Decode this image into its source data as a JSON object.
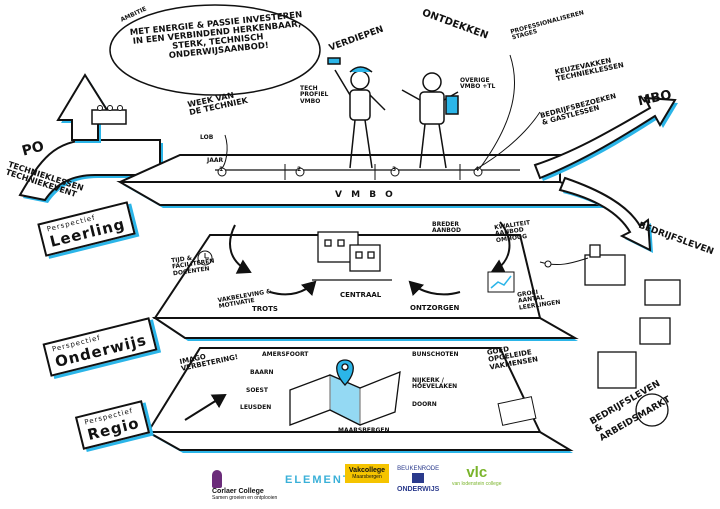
{
  "ambition": {
    "label": "Ambitie",
    "text": "Met energie & passie investeren in een verbindend herkenbaar, sterk, technisch onderwijsaanbod!"
  },
  "left_flow": {
    "po": "PO",
    "events": "Technieklessen techniekevent"
  },
  "right_flow": {
    "mbo": "MBO",
    "bedrijfsleven": "Bedrijfsleven"
  },
  "top_band": {
    "vmbo_label": "V M B O",
    "jaar_label": "Jaar",
    "years": [
      "1",
      "2",
      "3",
      "4"
    ],
    "week_techniek": "Week van de techniek",
    "lob": "LOB",
    "verdiepen": "Verdiepen",
    "tech_profiel": "Tech profiel VMBO",
    "ontdekken": "Ontdekken",
    "overige": "Overige VMBO +TL",
    "professionaliseren": "Professionaliseren stages",
    "keuzevakken": "Keuzevakken technieklessen",
    "bedrijfsbezoeken": "Bedrijfsbezoeken & gastlessen"
  },
  "perspectives": [
    {
      "prefix": "Perspectief",
      "name": "Leerling"
    },
    {
      "prefix": "Perspectief",
      "name": "Onderwijs"
    },
    {
      "prefix": "Perspectief",
      "name": "Regio"
    }
  ],
  "middle_layer": {
    "tijd_docenten": "Tijd & faciliteren docenten",
    "vakbeleving": "Vakbeleving & motivatie",
    "trots": "Trots",
    "centraal": "Centraal",
    "ontzorgen": "Ontzorgen",
    "breder_aanbod": "Breder aanbod",
    "kwaliteit": "Kwaliteit aanbod omhoog",
    "groei": "Groei aantal leerlingen"
  },
  "bottom_layer": {
    "imago": "Imago verbetering!",
    "places": [
      "Amersfoort",
      "Baarn",
      "Soest",
      "Leusden",
      "Bunschoten",
      "Nijkerk / Hoevelaken",
      "Doorn",
      "Maarsbergen"
    ],
    "goed": "Goed opgeleide vakmensen",
    "bedrijfsleven_arbeidsmarkt": "Bedrijfsleven & arbeidsmarkt"
  },
  "logos": [
    {
      "name": "Corlaer College",
      "sub": "Samen groeien en ontplooien"
    },
    {
      "name": "ELEMENT",
      "sub": ""
    },
    {
      "name": "Vakcollege",
      "sub": "Maarsbergen"
    },
    {
      "name": "BEUKENRODE",
      "sub": "ONDERWIJS"
    },
    {
      "name": "vlc",
      "sub": "van lodenstein college"
    }
  ],
  "colors": {
    "ink": "#111111",
    "accent": "#2bb5e8",
    "corlaer": "#6b2c7a",
    "element": "#3ab0d8",
    "vakcollege_bg": "#f5c400",
    "beukenrode": "#2a3a8c",
    "vlc": "#7ab42b"
  }
}
